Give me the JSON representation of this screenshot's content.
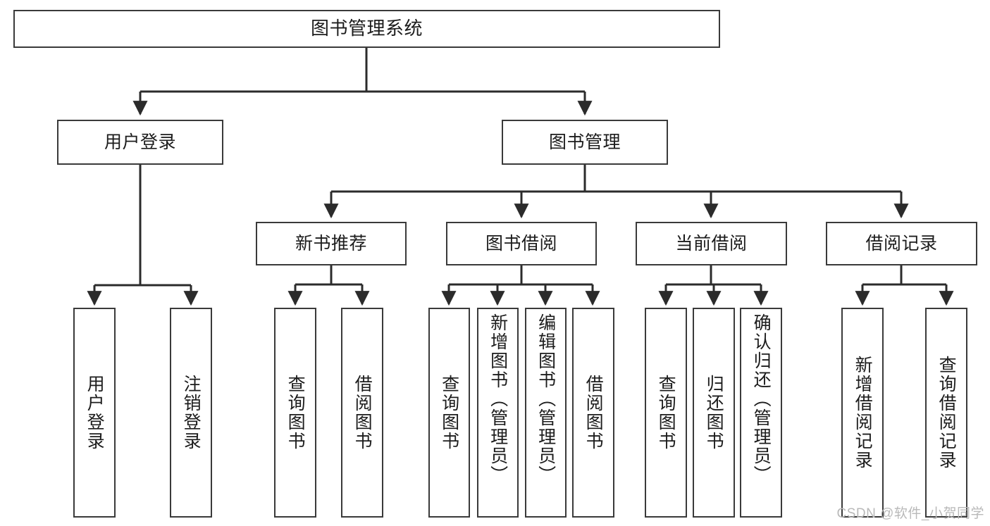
{
  "diagram": {
    "title": "图书管理系统",
    "type": "tree-hierarchy-diagram",
    "colors": {
      "box_border": "#3a3a3a",
      "box_fill": "#ffffff",
      "connector": "#2b2b2b",
      "text": "#1c1c1c",
      "watermark": "#b9b9b9",
      "background": "#ffffff"
    },
    "watermark": "CSDN @软件_小贺同学",
    "root": {
      "label": "图书管理系统"
    },
    "level2": [
      {
        "label": "用户登录"
      },
      {
        "label": "图书管理"
      }
    ],
    "level3": [
      {
        "label": "新书推荐"
      },
      {
        "label": "图书借阅"
      },
      {
        "label": "当前借阅"
      },
      {
        "label": "借阅记录"
      }
    ],
    "leaves": {
      "user_login": [
        {
          "label": "用户登录"
        },
        {
          "label": "注销登录"
        }
      ],
      "new_book_recommend": [
        {
          "label": "查询图书"
        },
        {
          "label": "借阅图书"
        }
      ],
      "book_borrow": [
        {
          "label": "查询图书"
        },
        {
          "label": "新增图书（管理员）"
        },
        {
          "label": "编辑图书（管理员）"
        },
        {
          "label": "借阅图书"
        }
      ],
      "current_borrow": [
        {
          "label": "查询图书"
        },
        {
          "label": "归还图书"
        },
        {
          "label": "确认归还（管理员）"
        }
      ],
      "borrow_record": [
        {
          "label": "新增借阅记录"
        },
        {
          "label": "查询借阅记录"
        }
      ]
    }
  }
}
